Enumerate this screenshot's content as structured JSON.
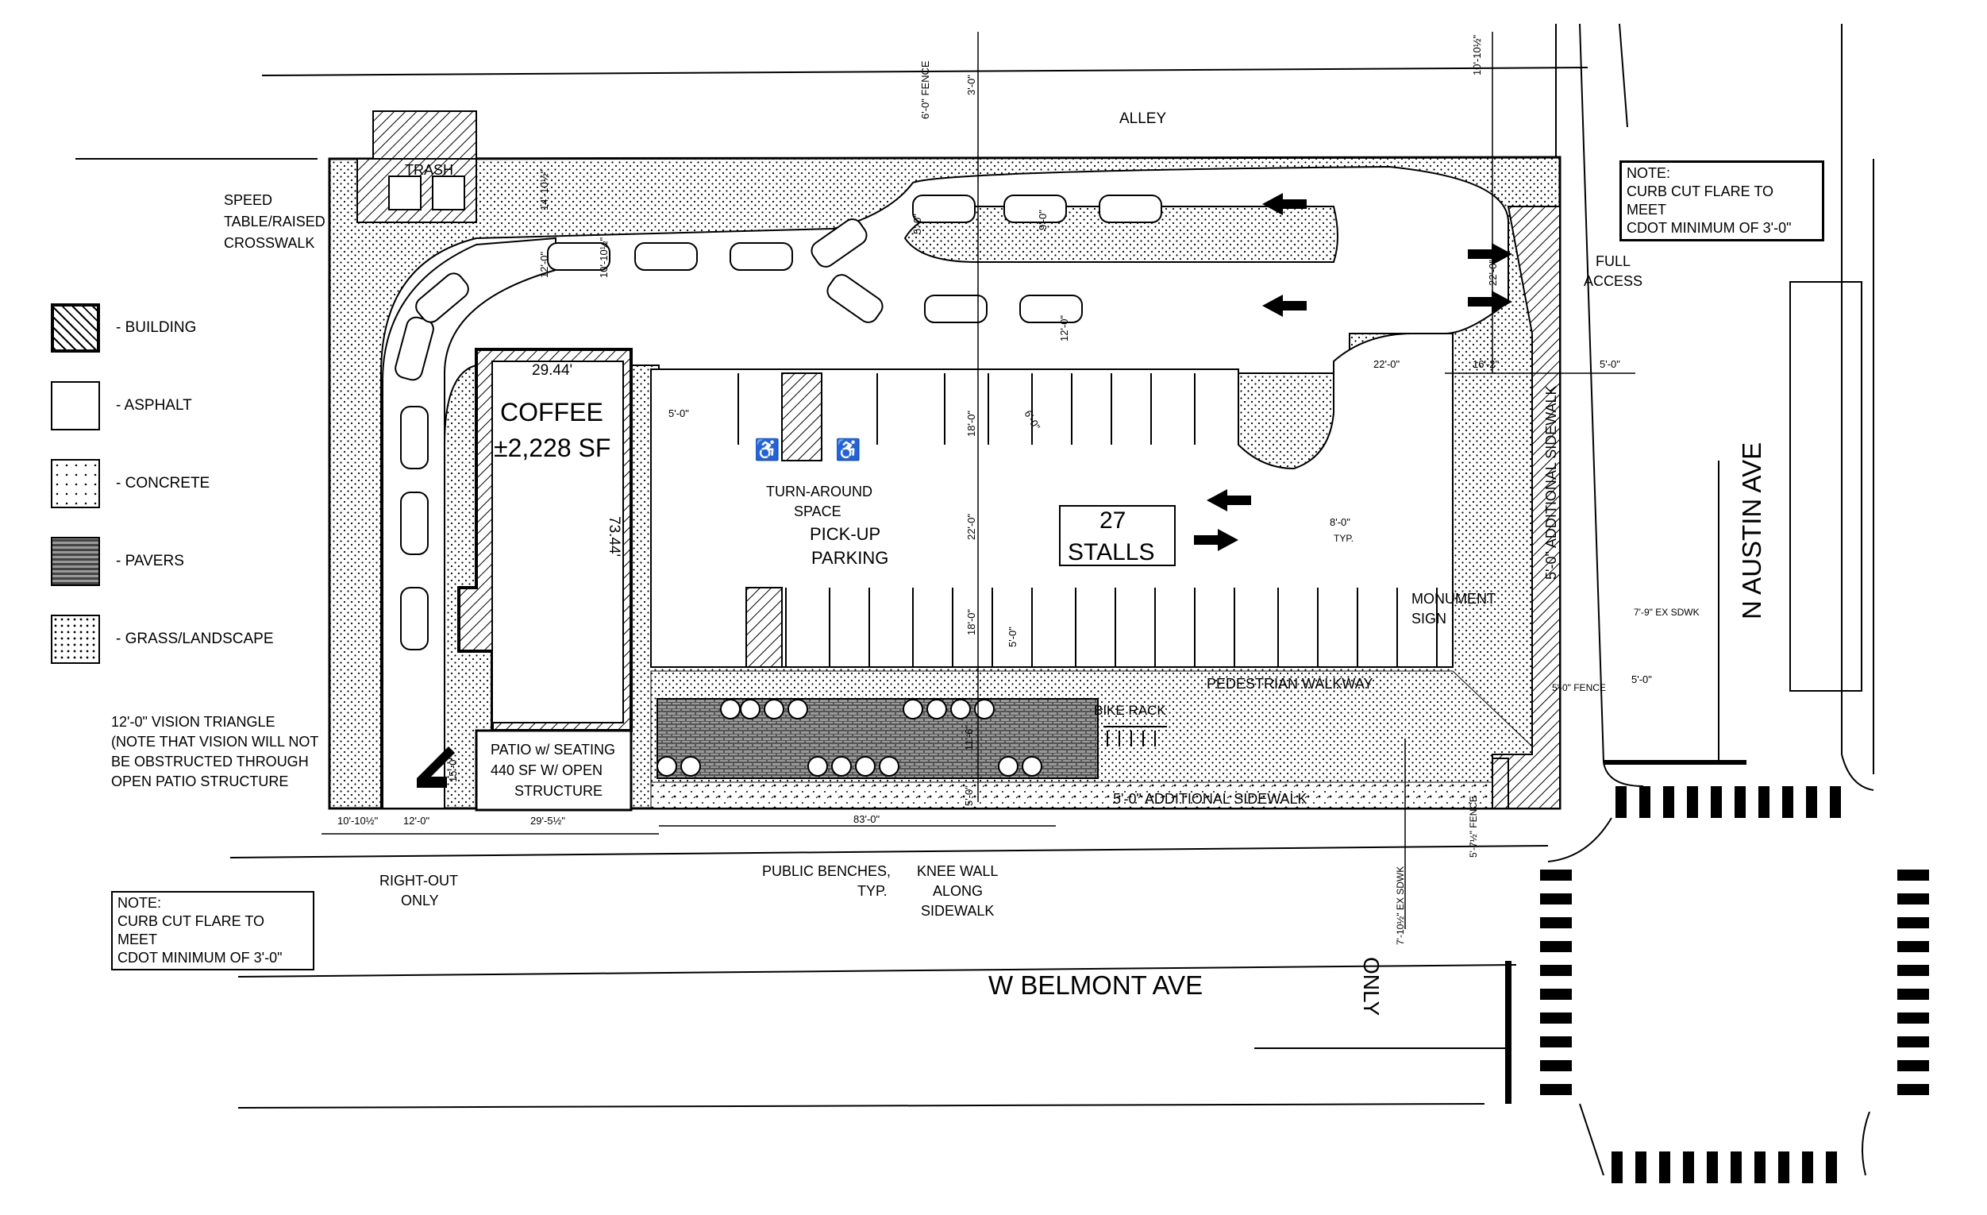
{
  "legend": [
    {
      "label": "- BUILDING",
      "pattern": "hatch"
    },
    {
      "label": "- ASPHALT",
      "pattern": "blank"
    },
    {
      "label": "- CONCRETE",
      "pattern": "concrete"
    },
    {
      "label": "- PAVERS",
      "pattern": "pavers"
    },
    {
      "label": "- GRASS/LANDSCAPE",
      "pattern": "grass"
    }
  ],
  "notes": {
    "top_right": {
      "title": "NOTE:",
      "line1": "CURB CUT FLARE TO MEET",
      "line2": "CDOT MINIMUM OF 3'-0\""
    },
    "bottom_left": {
      "title": "NOTE:",
      "line1": "CURB CUT FLARE TO MEET",
      "line2": "CDOT MINIMUM OF 3'-0\""
    }
  },
  "streets": {
    "alley": "ALLEY",
    "belmont": "W BELMONT AVE",
    "austin": "N AUSTIN AVE",
    "only": "ONLY"
  },
  "building": {
    "name": "COFFEE",
    "area": "±2,228 SF",
    "width_dim": "29.44'",
    "length_dim": "73.44'",
    "patio_line1": "PATIO w/ SEATING",
    "patio_line2": "440 SF W/ OPEN",
    "patio_line3": "STRUCTURE"
  },
  "labels": {
    "trash": "TRASH",
    "speed_table_1": "SPEED",
    "speed_table_2": "TABLE/RAISED",
    "speed_table_3": "CROSSWALK",
    "stalls_count": "27",
    "stalls_word": "STALLS",
    "turnaround_1": "TURN-AROUND",
    "turnaround_2": "SPACE",
    "pickup_1": "PICK-UP",
    "pickup_2": "PARKING",
    "full_access_1": "FULL",
    "full_access_2": "ACCESS",
    "monument_1": "MONUMENT",
    "monument_2": "SIGN",
    "pedestrian": "PEDESTRIAN WALKWAY",
    "bike_rack": "BIKE RACK",
    "additional_sidewalk_s": "5'-0\" ADDITIONAL SIDEWALK",
    "additional_sidewalk_e": "5'-0\" ADDITIONAL SIDEWALK",
    "vision_1": "12'-0\" VISION TRIANGLE",
    "vision_2": "(NOTE THAT VISION WILL NOT",
    "vision_3": "BE OBSTRUCTED THROUGH",
    "vision_4": "OPEN PATIO STRUCTURE",
    "right_out_1": "RIGHT-OUT",
    "right_out_2": "ONLY",
    "benches_1": "PUBLIC BENCHES,",
    "benches_2": "TYP.",
    "knee_1": "KNEE WALL",
    "knee_2": "ALONG",
    "knee_3": "SIDEWALK"
  },
  "dimensions": {
    "d_fence_top": "6'-0\" FENCE",
    "d_3ft": "3'-0\"",
    "d_10ft_top": "10'-10½\"",
    "d_14ft": "14'-10½\"",
    "d_12ft_a": "12'-0\"",
    "d_10_5ft": "10'-10½\"",
    "d_5ft_a": "5'-0\"",
    "d_22ft_dt": "22'-0\"",
    "d_22ft_h": "22'-0\"",
    "d_16ft": "16'-2\"",
    "d_5ft_b": "5'-0\"",
    "d_18ft_a": "18'-0\"",
    "d_18ft_b": "18'-0\"",
    "d_22ft_c": "22'-0\"",
    "d_9ft": "9'-0\"",
    "d_typ": "TYP.",
    "d_5ft_c": "5'-0\"",
    "d_5ft_fence": "5'-0\" FENCE",
    "d_5ft_d": "5'-0\"",
    "d_7ft_ex": "7'-9\" EX SDWK",
    "d_15ft": "15'-0\"",
    "d_bot_10": "10'-10½\"",
    "d_bot_12": "12'-0\"",
    "d_bot_29": "29'-5½\"",
    "d_bot_83": "83'-0\"",
    "d_5ft_e": "5'-0\"",
    "d_11ft": "11'-6\"",
    "d_5_7fence": "5'-7½\" FENCE",
    "d_7_10ex": "7'-10½\" EX SDWK",
    "d_6ft": "6'-0\"",
    "d_12_small": "12'-0\"",
    "d_5ft_f": "5'-0\"",
    "d_8ft": "8'-0\""
  }
}
